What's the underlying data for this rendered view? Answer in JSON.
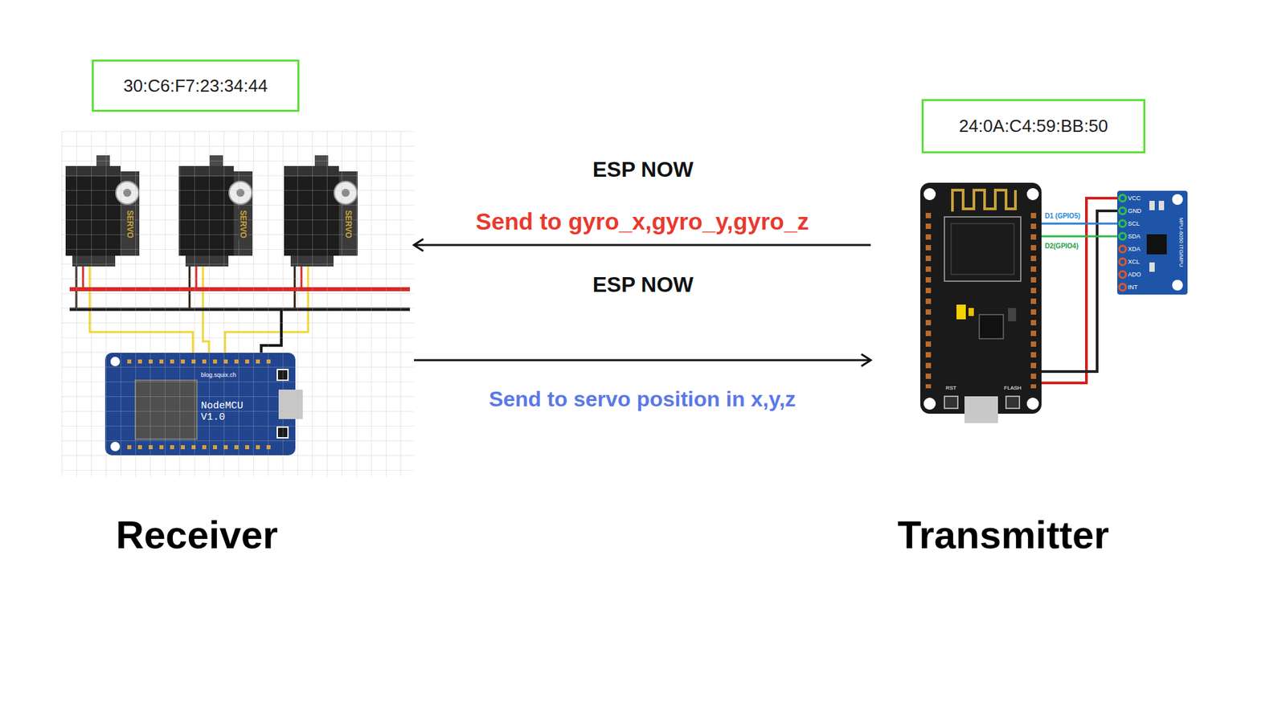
{
  "diagram": {
    "nodes": [
      {
        "text": [
          "30:C6:F7:23:34:44"
        ]
      },
      {
        "text": [
          "Receiver"
        ]
      },
      {
        "text": [
          "24:0A:C4:59:BB:50"
        ]
      },
      {
        "text": [
          "Transmitter"
        ]
      }
    ],
    "edges": [
      {
        "from": 3,
        "to": 1,
        "arrow": "to",
        "label": "Send to gyro_x,gyro_y,gyro_z"
      },
      {
        "from": 1,
        "to": 3,
        "arrow": "to",
        "label": "Send to servo position in x,y,z"
      }
    ],
    "labels": [
      "ESP NOW",
      "ESP NOW",
      "SERVO",
      "SERVO",
      "SERVO",
      "blog.squix.ch",
      "NodeMCU V1.0",
      "D1 (GPIO5)",
      "D2(GPIO4)",
      "VCC",
      "GND",
      "SCL",
      "SDA",
      "XDA",
      "XCL",
      "ADO",
      "INT",
      "MPU-6050 ITG/MPU",
      "RST",
      "FLASH"
    ]
  }
}
